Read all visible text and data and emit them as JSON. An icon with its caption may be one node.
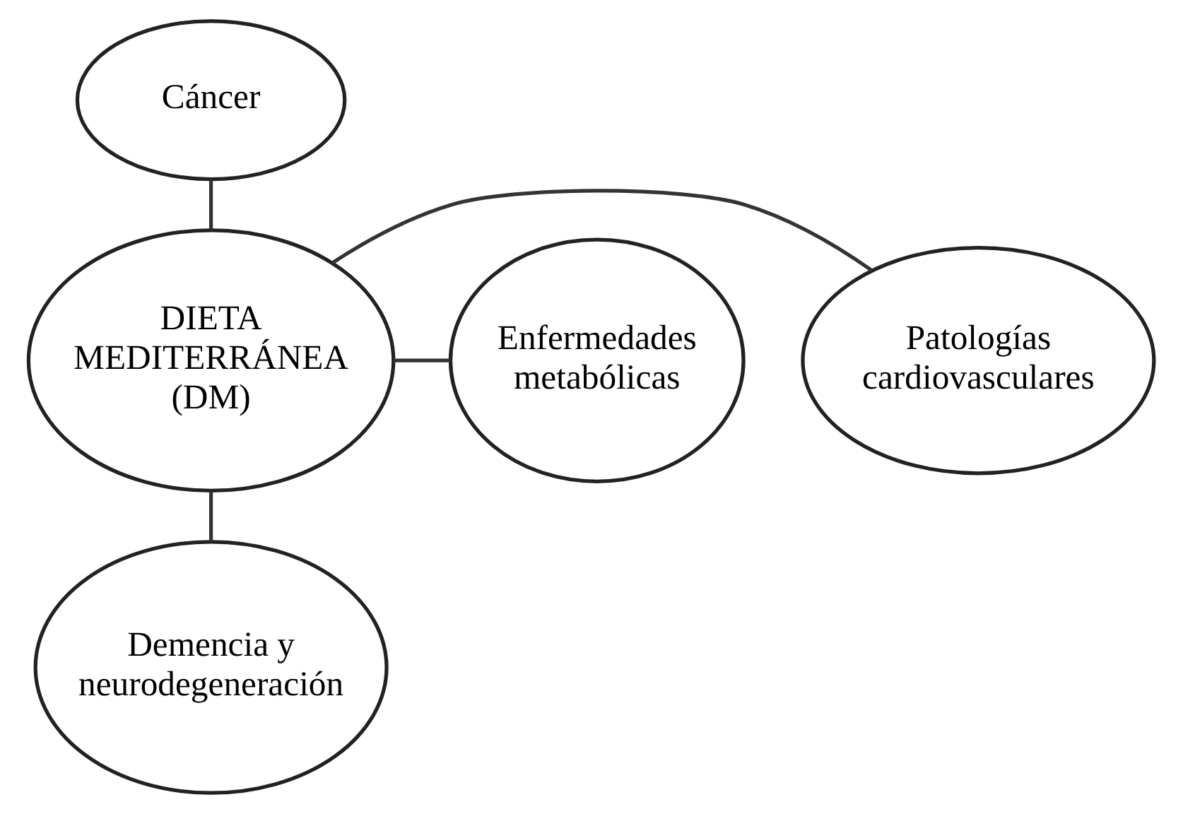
{
  "diagram": {
    "nodes": [
      {
        "text": [
          "Cáncer"
        ]
      },
      {
        "text": [
          "Patologías cardiovasculares"
        ]
      },
      {
        "text": [
          "DIETA MEDITERRÁNEA (DM)"
        ]
      },
      {
        "text": [
          "Enfermedades metabólicas"
        ]
      },
      {
        "text": [
          "Demencia y neurodegeneración"
        ]
      }
    ],
    "edges": [
      {
        "from": 2,
        "to": 0,
        "arrow": "none"
      },
      {
        "from": 2,
        "to": 1,
        "arrow": "none"
      },
      {
        "from": 2,
        "to": 3,
        "arrow": "none"
      },
      {
        "from": 2,
        "to": 4,
        "arrow": "none"
      }
    ]
  }
}
